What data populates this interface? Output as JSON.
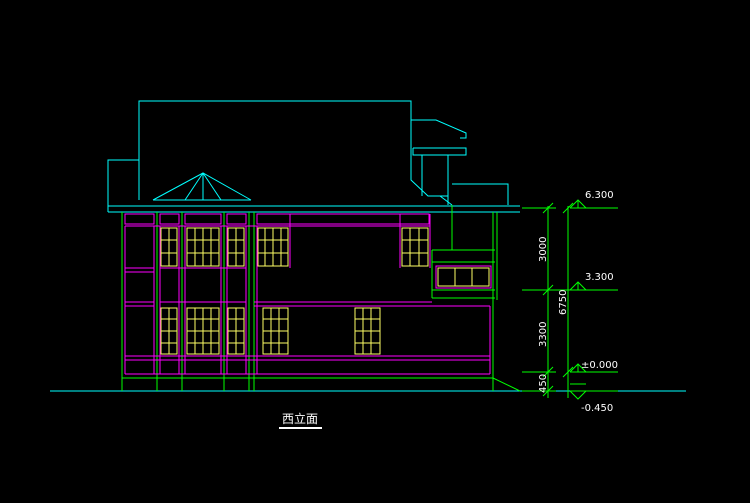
{
  "drawing": {
    "title": "西立面",
    "colors": {
      "background": "#000000",
      "roof": "#00ffff",
      "wall": "#ff00ff",
      "frame": "#00ff00",
      "window": "#ffff66",
      "text": "#ffffff"
    },
    "elevation_marks": [
      "6.300",
      "3.300",
      "±0.000",
      "-0.450"
    ],
    "dimensions": {
      "upper_floor": "3000",
      "lower_floor": "3300",
      "plinth": "450",
      "total": "6750"
    }
  }
}
